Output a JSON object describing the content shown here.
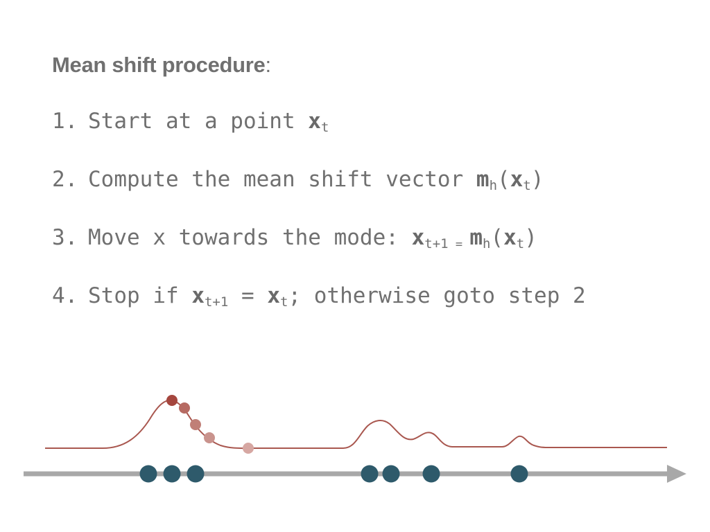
{
  "title": {
    "bold": "Mean shift procedure",
    "colon": ":"
  },
  "steps": [
    {
      "number": "1.",
      "parts": [
        {
          "t": "Start at a point "
        },
        {
          "t": "x",
          "b": true
        },
        {
          "t": "t",
          "sub": true
        }
      ]
    },
    {
      "number": "2.",
      "parts": [
        {
          "t": "Compute the mean shift vector "
        },
        {
          "t": "m",
          "b": true
        },
        {
          "t": "h",
          "sub": true
        },
        {
          "t": "("
        },
        {
          "t": "x",
          "b": true
        },
        {
          "t": "t",
          "sub": true
        },
        {
          "t": ")"
        }
      ]
    },
    {
      "number": "3.",
      "parts": [
        {
          "t": "Move x towards the mode: "
        },
        {
          "t": "x",
          "b": true
        },
        {
          "t": "t+1",
          "sub": true
        },
        {
          "t": " = ",
          "small": true
        },
        {
          "t": "m",
          "b": true
        },
        {
          "t": "h",
          "sub": true
        },
        {
          "t": "("
        },
        {
          "t": "x",
          "b": true
        },
        {
          "t": "t",
          "sub": true
        },
        {
          "t": ")"
        }
      ]
    },
    {
      "number": "4.",
      "parts": [
        {
          "t": "Stop if "
        },
        {
          "t": "x",
          "b": true
        },
        {
          "t": "t+1",
          "sub": true
        },
        {
          "t": " = "
        },
        {
          "t": "x",
          "b": true
        },
        {
          "t": "t",
          "sub": true
        },
        {
          "t": "; otherwise goto step 2"
        }
      ]
    }
  ],
  "diagram": {
    "colors": {
      "axis": "#a8a8a8",
      "curve": "#a9574f",
      "data_point": "#2e5a6b",
      "trajectory": [
        "#a5463e",
        "#b66a62",
        "#c07f77",
        "#c9938d",
        "#d6a7a2"
      ]
    }
  }
}
